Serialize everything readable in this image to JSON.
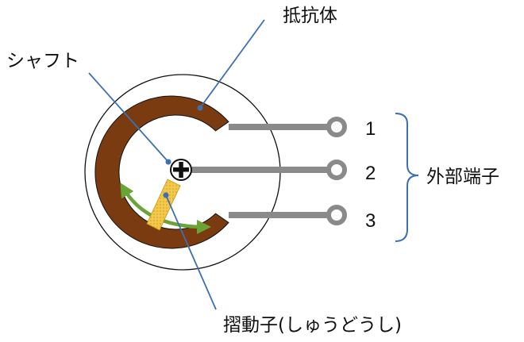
{
  "labels": {
    "resistor": "抵抗体",
    "shaft": "シャフト",
    "wiper": "摺動子(しゅうどうし)",
    "external_terminals": "外部端子"
  },
  "terminals": [
    {
      "number": "1"
    },
    {
      "number": "2"
    },
    {
      "number": "3"
    }
  ],
  "colors": {
    "resistor_track": "#7b3b10",
    "terminal_line": "#8a8a8a",
    "leader_line": "#3e6fb0",
    "wiper": "#f0c020",
    "rotation_arrow": "#6aa436",
    "outline": "#111111"
  }
}
